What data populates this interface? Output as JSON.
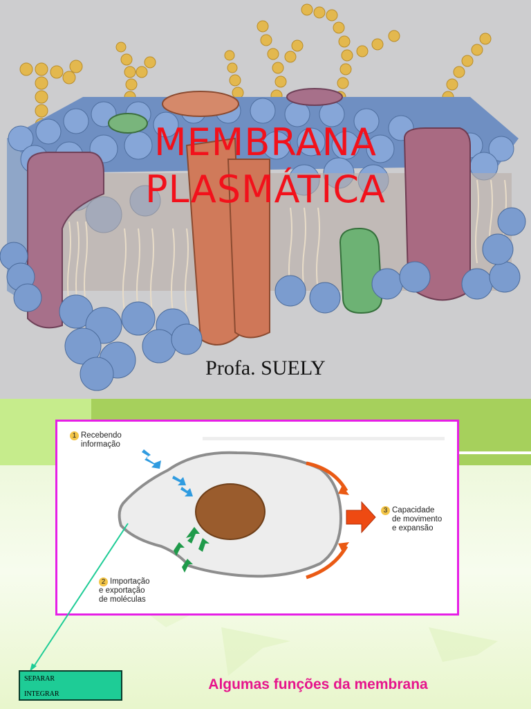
{
  "slide1": {
    "title_line1": "MEMBRANA",
    "title_line2": "PLASMÁTICA",
    "author": "Profa. SUELY"
  },
  "slide2": {
    "diagram": {
      "label1_num": "1",
      "label1_line1": "Recebendo",
      "label1_line2": "informação",
      "label2_num": "2",
      "label2_line1": "Importação",
      "label2_line2": "e exportação",
      "label2_line3": "de moléculas",
      "label3_num": "3",
      "label3_line1": "Capacidade",
      "label3_line2": "de movimento",
      "label3_line3": "e expansão"
    },
    "box_line1": "SEPARAR",
    "box_line2": "INTEGRAR",
    "caption": "Algumas funções da membrana"
  },
  "colors": {
    "title": "#f2111b",
    "caption": "#e6148c",
    "box": "#1ecc96",
    "frame": "#e61ee6"
  }
}
